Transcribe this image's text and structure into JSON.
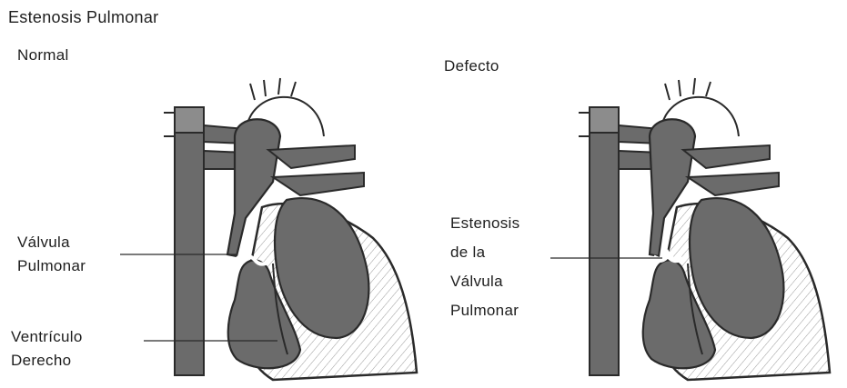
{
  "title": "Estenosis Pulmonar",
  "panels": {
    "normal": {
      "label": "Normal"
    },
    "defect": {
      "label": "Defecto"
    }
  },
  "labels": {
    "pulmonary_valve": [
      "Válvula",
      "Pulmonar"
    ],
    "right_ventricle": [
      "Ventrículo",
      "Derecho"
    ],
    "valve_stenosis": [
      "Estenosis",
      "de la",
      "Válvula",
      "Pulmonar"
    ]
  },
  "colors": {
    "chamber": "#6b6b6b",
    "outline": "#2a2a2a",
    "muscle_hatch": "#9a9a9a",
    "text": "#1e1e1e"
  }
}
